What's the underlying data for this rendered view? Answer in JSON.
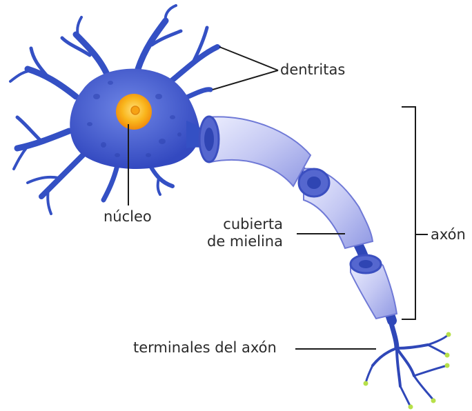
{
  "labels": {
    "dendrites": "dentritas",
    "nucleus": "núcleo",
    "myelin_line1": "cubierta",
    "myelin_line2": "de mielina",
    "axon": "axón",
    "axon_terminals": "terminales del axón"
  },
  "colors": {
    "cell_body": "#3f5cd0",
    "dendrite": "#3450c4",
    "nucleus": "#f7b21a",
    "myelin": "#c9cdf5",
    "leader_line": "#1a1a1a",
    "terminal_tip": "#b7e04a"
  }
}
